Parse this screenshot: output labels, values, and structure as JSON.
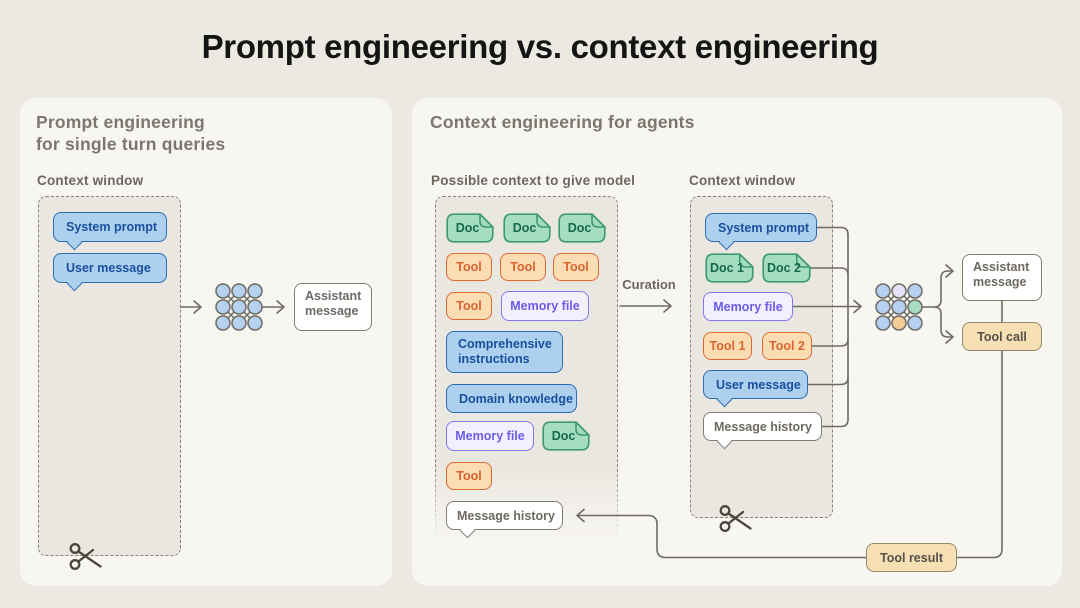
{
  "page": {
    "title": "Prompt engineering vs. context engineering"
  },
  "left_panel": {
    "heading_line1": "Prompt engineering",
    "heading_line2": "for single turn queries",
    "context_window_label": "Context window",
    "context_window": {
      "system_prompt": "System prompt",
      "user_message": "User message"
    },
    "assistant_message": "Assistant message"
  },
  "right_panel": {
    "heading": "Context engineering for agents",
    "possible_context_label": "Possible context to give model",
    "curation_label": "Curation",
    "context_window_label": "Context window",
    "pool": {
      "doc1": "Doc",
      "doc2": "Doc",
      "doc3": "Doc",
      "tool1": "Tool",
      "tool2": "Tool",
      "tool3": "Tool",
      "tool4": "Tool",
      "memory_file1": "Memory file",
      "comprehensive_instructions": "Comprehensive instructions",
      "domain_knowledge": "Domain knowledge",
      "memory_file2": "Memory file",
      "doc4": "Doc",
      "tool5": "Tool",
      "message_history": "Message history"
    },
    "context_window": {
      "system_prompt": "System prompt",
      "doc1": "Doc 1",
      "doc2": "Doc 2",
      "memory_file": "Memory file",
      "tool1": "Tool 1",
      "tool2": "Tool 2",
      "user_message": "User message",
      "message_history": "Message history"
    },
    "outputs": {
      "assistant_message": "Assistant message",
      "tool_call": "Tool call",
      "tool_result": "Tool result"
    }
  },
  "icons": {
    "neural_network": "neural-network-icon",
    "scissors": "scissors-icon"
  },
  "colors": {
    "page_bg": "#ECE9E2",
    "panel_bg": "#F8F6F1",
    "dashed_box_bg": "#EAE7E0",
    "blue_fill": "#AED0EF",
    "blue_border": "#2D6BB2",
    "blue_text": "#18509E",
    "green_fill": "#A5DCC2",
    "green_border": "#3B9A71",
    "green_text": "#156B47",
    "orange_fill": "#FCDCB2",
    "orange_border": "#DD6B35",
    "purple_fill": "#F2EFFE",
    "purple_border": "#8379EC",
    "purple_text": "#6C5CE7",
    "tan_fill": "#F6DFB3",
    "tan_border": "#95896A",
    "wire": "#6E6A64",
    "nn_node_blue": "#B4D2F0",
    "nn_node_lavender": "#E6E1F6",
    "nn_node_green": "#A8DCC0",
    "nn_node_orange": "#F2CE96"
  }
}
